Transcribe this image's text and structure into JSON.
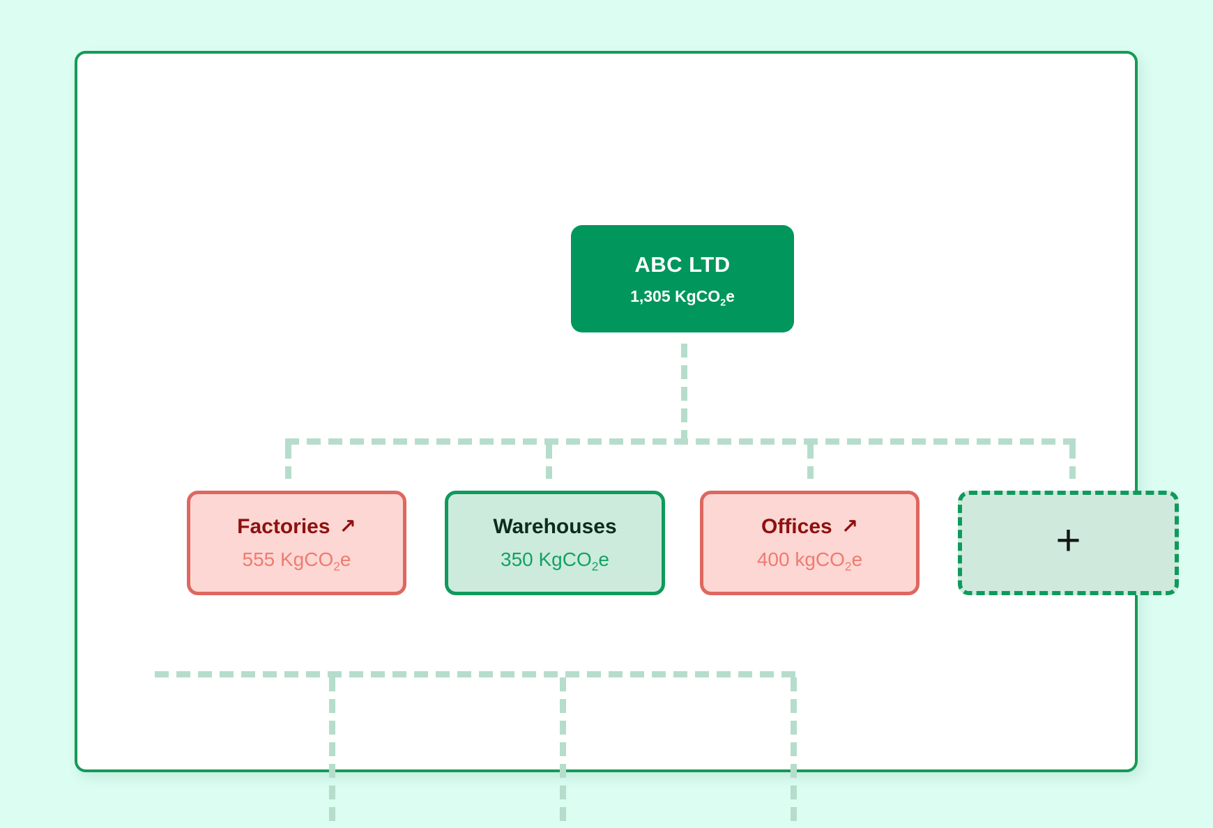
{
  "diagram": {
    "root": {
      "title": "ABC LTD",
      "value_main": "1,305 KgCO",
      "value_sub": "2",
      "value_tail": "e"
    },
    "children": [
      {
        "title": "Factories",
        "arrow_glyph": "↗",
        "value_main": "555 KgCO",
        "value_sub": "2",
        "value_tail": "e",
        "status": "negative"
      },
      {
        "title": "Warehouses",
        "arrow_glyph": "",
        "value_main": "350 KgCO",
        "value_sub": "2",
        "value_tail": "e",
        "status": "positive"
      },
      {
        "title": "Offices",
        "arrow_glyph": "↗",
        "value_main": "400 kgCO",
        "value_sub": "2",
        "value_tail": "e",
        "status": "negative"
      }
    ],
    "add_node": {
      "glyph": "+"
    }
  },
  "colors": {
    "page_background": "#dbfdf2",
    "card_background": "#ffffff",
    "card_border": "#149a57",
    "root_node_background": "#00965c",
    "root_node_text": "#ffffff",
    "connector": "#b6ddcc",
    "negative_node_background": "#fdd7d3",
    "negative_node_border": "#de675f",
    "negative_node_title": "#8c1110",
    "negative_node_value": "#ee7b72",
    "positive_node_background": "#cdebdc",
    "positive_node_border": "#0f9a5b",
    "positive_node_title": "#0c2c1d",
    "positive_node_value": "#14a164",
    "add_node_background": "#cfeadd",
    "add_node_border": "#0f9a5b",
    "add_node_plus": "#161616"
  }
}
